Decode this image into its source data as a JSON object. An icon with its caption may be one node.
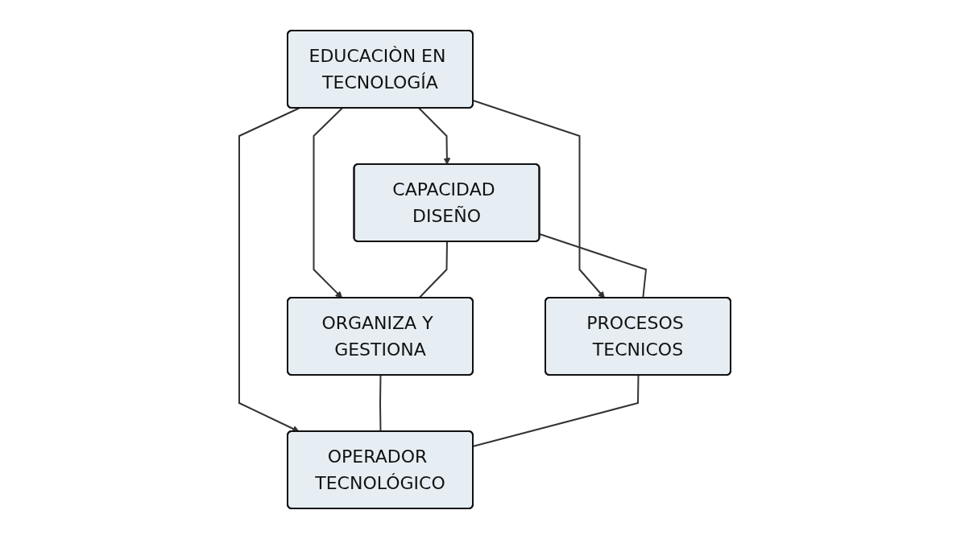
{
  "diagram": {
    "nodes": [
      {
        "text": [
          "CAPACIDAD DISEÑO"
        ]
      },
      {
        "text": [
          "ORGANIZA Y GESTIONA"
        ]
      },
      {
        "text": [
          "EDUCACIÒN EN TECNOLOGÍA"
        ]
      },
      {
        "text": [
          "PROCESOS TECNICOS"
        ]
      },
      {
        "text": [
          "OPERADOR TECNOLÓGICO"
        ]
      }
    ],
    "edges": [
      {
        "from": 2,
        "to": 0,
        "arrow": "to"
      },
      {
        "from": 2,
        "to": 1,
        "arrow": "to"
      },
      {
        "from": 2,
        "to": 3,
        "arrow": "to"
      },
      {
        "from": 2,
        "to": 4,
        "arrow": "to"
      },
      {
        "from": 0,
        "to": 1,
        "arrow": "none"
      },
      {
        "from": 0,
        "to": 3,
        "arrow": "none"
      },
      {
        "from": 1,
        "to": 4,
        "arrow": "none"
      },
      {
        "from": 3,
        "to": 4,
        "arrow": "none"
      }
    ]
  }
}
